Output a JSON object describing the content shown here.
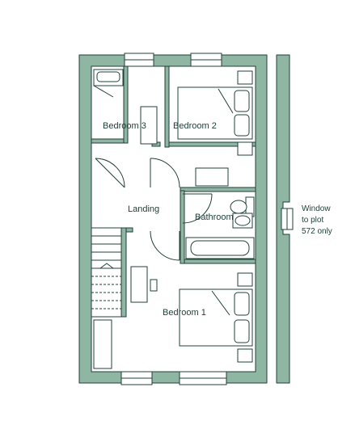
{
  "rooms": {
    "bedroom3": "Bedroom 3",
    "bedroom2": "Bedroom 2",
    "landing": "Landing",
    "bathroom": "Bathroom",
    "bedroom1": "Bedroom 1"
  },
  "window_note": {
    "line1": "Window",
    "line2": "to plot",
    "line3": "572 only"
  },
  "colors": {
    "wall": "#8fb5a3",
    "outline": "#22403a",
    "floor": "#ffffff"
  }
}
